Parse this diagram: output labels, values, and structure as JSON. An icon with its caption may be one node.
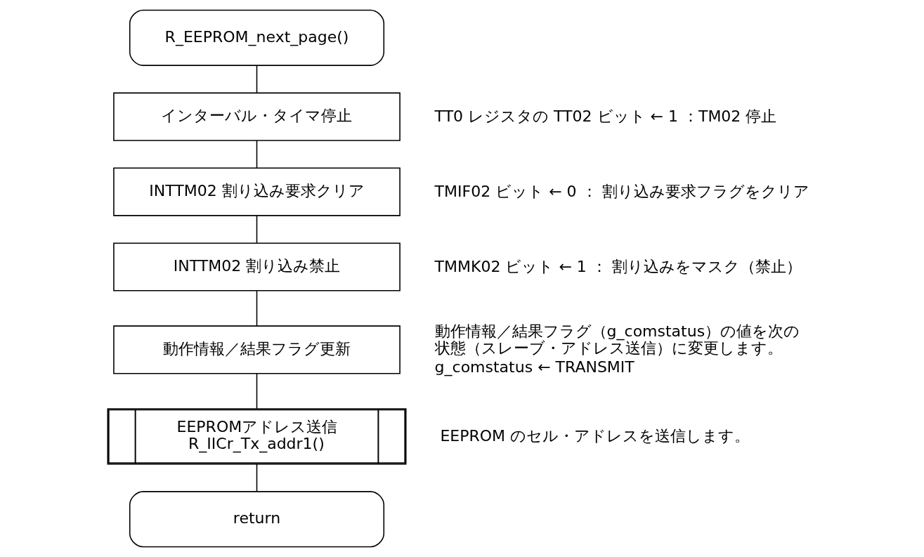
{
  "diagram": {
    "nodes": [
      {
        "text": [
          "R_EEPROM_next_page()"
        ]
      },
      {
        "text": [
          "インターバル・タイマ停止"
        ],
        "beside": [
          "TT0 レジスタの TT02 ビット ← 1 ：TM02 停止"
        ]
      },
      {
        "text": [
          "INTTM02 割り込み要求クリア"
        ],
        "beside": [
          "TMIF02 ビット ← 0 ： 割り込み要求フラグをクリア"
        ]
      },
      {
        "text": [
          "INTTM02 割り込み禁止"
        ],
        "beside": [
          "TMMK02 ビット ← 1 ： 割り込みをマスク（禁止）"
        ]
      },
      {
        "text": [
          "動作情報／結果フラグ更新"
        ],
        "beside": [
          "動作情報／結果フラグ（g_comstatus）の値を次の状態（スレーブ・アドレス送信）に変更します。",
          "g_comstatus ← TRANSMIT"
        ]
      },
      {
        "text": [
          "EEPROMアドレス送信",
          "R_IICr_Tx_addr1()"
        ],
        "beside": [
          "EEPROM のセル・アドレスを送信します。"
        ]
      },
      {
        "text": [
          "return"
        ]
      }
    ],
    "edges": [
      {
        "from": 0,
        "to": 1,
        "arrow": "none"
      },
      {
        "from": 1,
        "to": 2,
        "arrow": "none"
      },
      {
        "from": 2,
        "to": 3,
        "arrow": "none"
      },
      {
        "from": 3,
        "to": 4,
        "arrow": "none"
      },
      {
        "from": 4,
        "to": 5,
        "arrow": "none"
      },
      {
        "from": 5,
        "to": 6,
        "arrow": "none"
      }
    ]
  }
}
